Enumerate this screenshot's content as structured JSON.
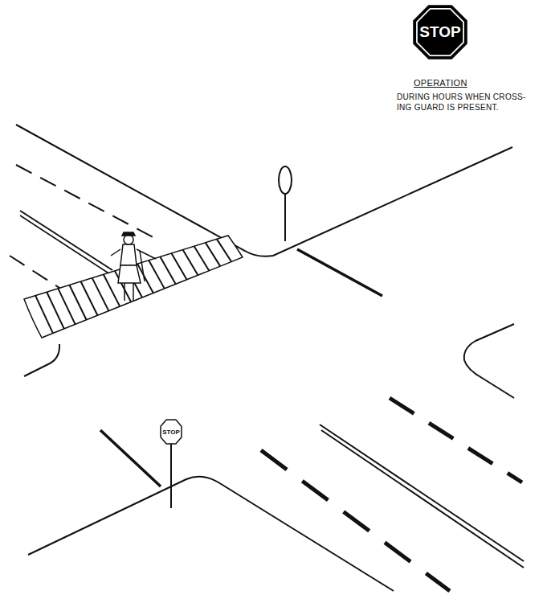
{
  "diagram": {
    "nodes": [
      {
        "text": [
          "STOP"
        ]
      },
      {
        "text": [
          "STOP"
        ]
      }
    ],
    "labels": [
      "OPERATION",
      "DURING HOURS WHEN CROSS- ING GUARD IS PRESENT."
    ]
  }
}
